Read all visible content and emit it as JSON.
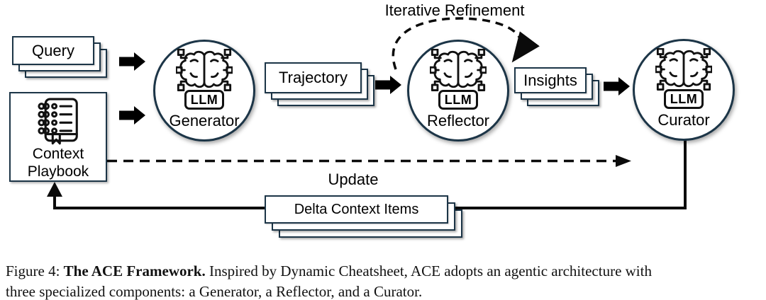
{
  "colors": {
    "border_navy": "#1c3547",
    "ink": "#000000",
    "background": "#ffffff"
  },
  "diagram": {
    "query": {
      "label": "Query"
    },
    "playbook": {
      "line1": "Context",
      "line2": "Playbook"
    },
    "generator": {
      "label": "Generator",
      "badge": "LLM"
    },
    "trajectory": {
      "label": "Trajectory"
    },
    "reflector": {
      "label": "Reflector",
      "badge": "LLM"
    },
    "iterative_refinement_label": "Iterative Refinement",
    "insights": {
      "label": "Insights"
    },
    "curator": {
      "label": "Curator",
      "badge": "LLM"
    },
    "update_label": "Update",
    "delta": {
      "label": "Delta Context Items"
    }
  },
  "caption": {
    "line1_prefix": "Figure 4: ",
    "line1_bold": "The ACE Framework.",
    "line1_rest": " Inspired by Dynamic Cheatsheet, ACE adopts an agentic architecture with",
    "line2": "three specialized components: a Generator, a Reflector, and a Curator."
  }
}
